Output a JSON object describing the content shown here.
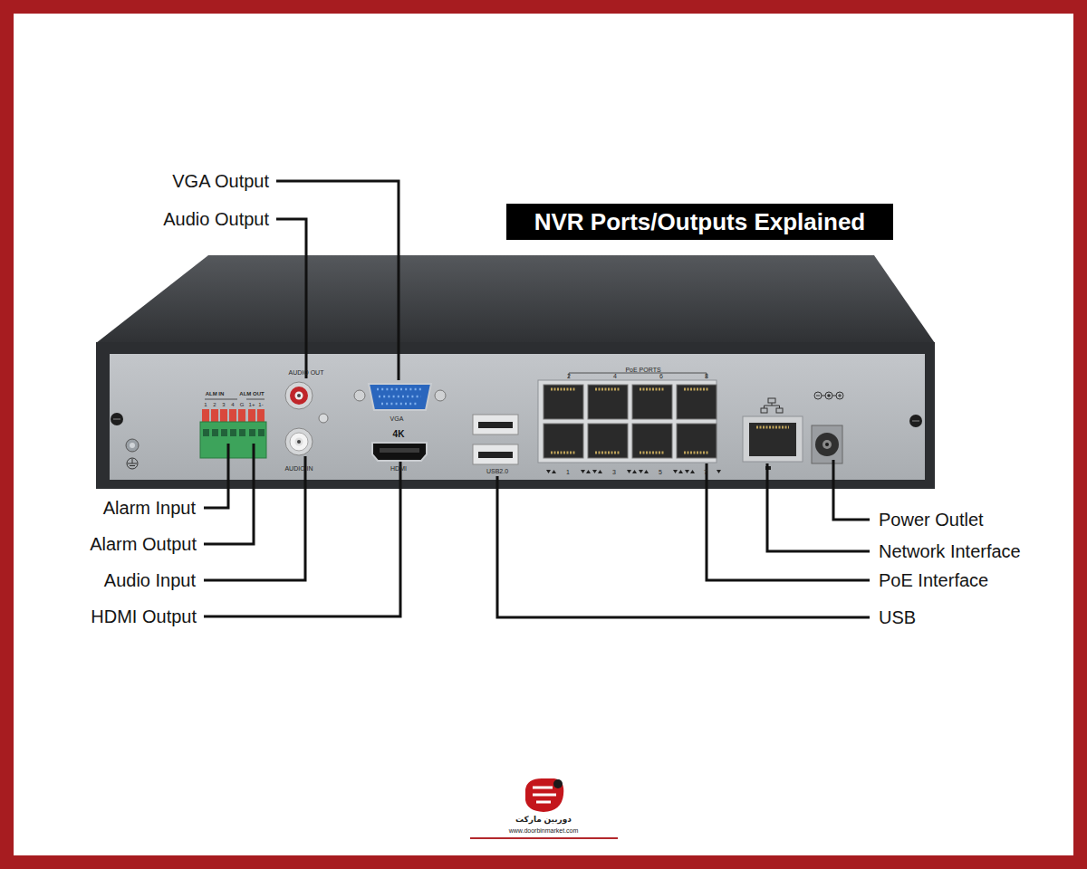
{
  "diagram": {
    "title": "NVR Ports/Outputs Explained",
    "labels": [
      "VGA Output",
      "Audio Output",
      "Alarm Input",
      "Alarm Output",
      "Audio Input",
      "HDMI Output",
      "Power Outlet",
      "Network Interface",
      "PoE Interface",
      "USB",
      "ALM IN",
      "ALM OUT",
      "1",
      "2",
      "3",
      "4",
      "G",
      "1+",
      "1-",
      "AUDIO OUT",
      "AUDIO IN",
      "VGA",
      "4K",
      "HDMI",
      "USB2.0",
      "PoE PORTS",
      "2",
      "4",
      "6",
      "8",
      "1",
      "3",
      "5",
      "7",
      "دوربین مارکت",
      "www.doorbinmarket.com"
    ]
  }
}
